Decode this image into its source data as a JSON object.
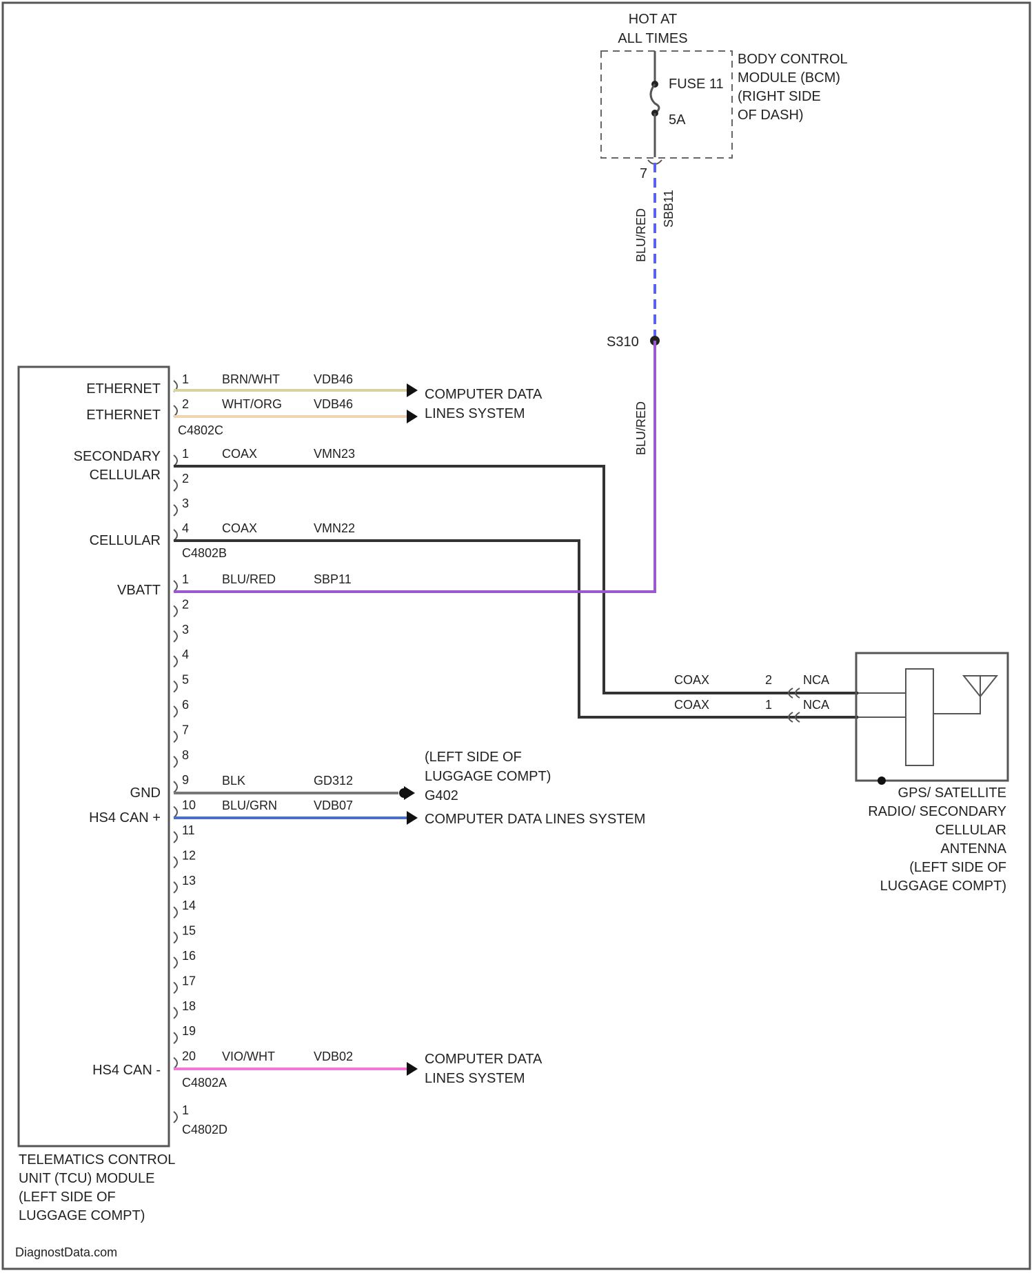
{
  "colors": {
    "eth1": "#d8d2a0",
    "eth2": "#f0d3b0",
    "coax": "#333333",
    "vbatt": "#9b59d0",
    "vbatt_upper": "#5a63f0",
    "gnd": "#777777",
    "hscan_plus": "#4a6fc7",
    "hscan_minus": "#f078d8"
  },
  "top": {
    "hot_line1": "HOT AT",
    "hot_line2": "ALL TIMES",
    "fuse_label": "FUSE 11",
    "fuse_amp": "5A",
    "bcm_lines": [
      "BODY CONTROL",
      "MODULE (BCM)",
      "(RIGHT SIDE",
      "OF DASH)"
    ],
    "bcm_pin": "7",
    "upper_wire_color": "BLU/RED",
    "upper_wire_code": "SBB11",
    "splice": "S310",
    "lower_wire_color": "BLU/RED"
  },
  "tcu": {
    "labels": {
      "eth1": "ETHERNET",
      "eth2": "ETHERNET",
      "sec_cell_1": "SECONDARY",
      "sec_cell_2": "CELLULAR",
      "cellular": "CELLULAR",
      "vbatt": "VBATT",
      "gnd": "GND",
      "hscan_plus": "HS4 CAN +",
      "hscan_minus": "HS4 CAN -"
    },
    "connectors": {
      "c1": "C4802C",
      "c2": "C4802B",
      "c3": "C4802A",
      "c4": "C4802D"
    },
    "pins_c": [
      "1",
      "2"
    ],
    "pins_b": [
      "1",
      "2",
      "3",
      "4"
    ],
    "pins_a": [
      "1",
      "2",
      "3",
      "4",
      "5",
      "6",
      "7",
      "8",
      "9",
      "10",
      "11",
      "12",
      "13",
      "14",
      "15",
      "16",
      "17",
      "18",
      "19",
      "20"
    ],
    "pins_d": [
      "1"
    ],
    "name_lines": [
      "TELEMATICS CONTROL",
      "UNIT (TCU) MODULE",
      "(LEFT SIDE OF",
      "LUGGAGE COMPT)"
    ]
  },
  "wires": {
    "eth1_color": "BRN/WHT",
    "eth1_code": "VDB46",
    "eth2_color": "WHT/ORG",
    "eth2_code": "VDB46",
    "sec_cell_color": "COAX",
    "sec_cell_code": "VMN23",
    "cell_color": "COAX",
    "cell_code": "VMN22",
    "vbatt_color": "BLU/RED",
    "vbatt_code": "SBP11",
    "gnd_color": "BLK",
    "gnd_code": "GD312",
    "hscan_plus_color": "BLU/GRN",
    "hscan_plus_code": "VDB07",
    "hscan_minus_color": "VIO/WHT",
    "hscan_minus_code": "VDB02"
  },
  "destinations": {
    "cdl1_line1": "COMPUTER DATA",
    "cdl1_line2": "LINES SYSTEM",
    "gnd_line1": "(LEFT SIDE OF",
    "gnd_line2": "LUGGAGE COMPT)",
    "gnd_id": "G402",
    "cdl2": "COMPUTER DATA LINES SYSTEM",
    "cdl3_line1": "COMPUTER DATA",
    "cdl3_line2": "LINES SYSTEM"
  },
  "antenna": {
    "wire1_color": "COAX",
    "wire1_pin": "2",
    "wire1_code": "NCA",
    "wire2_color": "COAX",
    "wire2_pin": "1",
    "wire2_code": "NCA",
    "name_lines": [
      "GPS/ SATELLITE",
      "RADIO/ SECONDARY",
      "CELLULAR",
      "ANTENNA",
      "(LEFT SIDE OF",
      "LUGGAGE COMPT)"
    ]
  },
  "footer": {
    "watermark": "DiagnostData.com"
  }
}
